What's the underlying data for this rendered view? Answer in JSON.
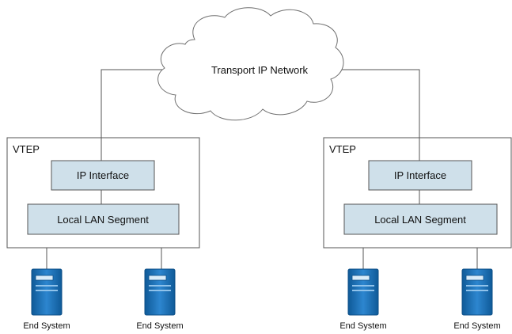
{
  "network": {
    "label": "Transport IP Network",
    "icon": "cloud-icon"
  },
  "vteps": [
    {
      "title": "VTEP",
      "ip_interface": "IP Interface",
      "lan_segment": "Local LAN Segment",
      "end_systems": [
        {
          "label": "End System",
          "icon": "server-icon"
        },
        {
          "label": "End System",
          "icon": "server-icon"
        }
      ]
    },
    {
      "title": "VTEP",
      "ip_interface": "IP Interface",
      "lan_segment": "Local LAN Segment",
      "end_systems": [
        {
          "label": "End System",
          "icon": "server-icon"
        },
        {
          "label": "End System",
          "icon": "server-icon"
        }
      ]
    }
  ],
  "colors": {
    "box_fill": "#cfe0ea",
    "server_blue": "#1b6fb3",
    "line": "#555555"
  }
}
